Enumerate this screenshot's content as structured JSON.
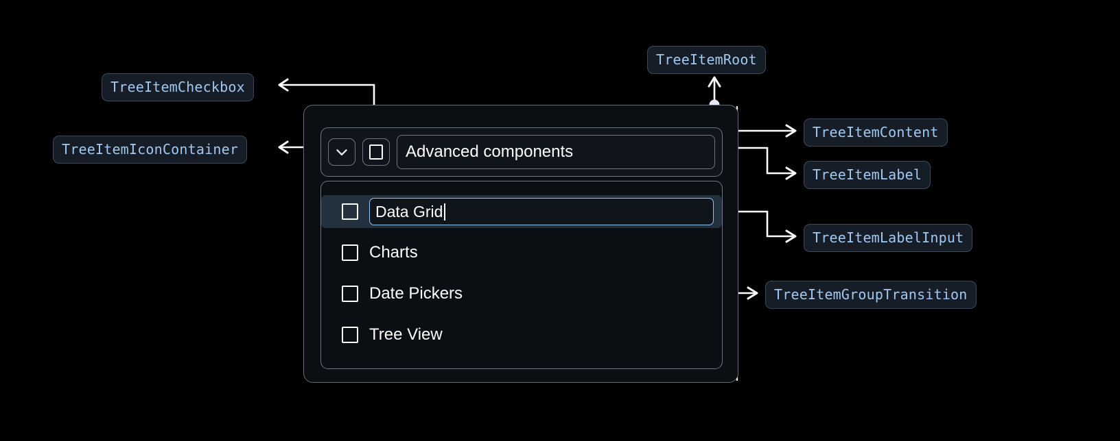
{
  "theme": {
    "background": "#000000",
    "badge_bg": "#161d26",
    "badge_border": "#3b4a5c",
    "badge_text": "#9fc9f3",
    "container_border": "#6e7884",
    "root_border": "#5f6b78",
    "connector": "#ffffff",
    "dot": "#e3ecf6",
    "focus_border": "#8fc4f0",
    "selected_row_bg": "#23303e",
    "text": "#ffffff"
  },
  "annotations": {
    "tree_item_checkbox": "TreeItemCheckbox",
    "tree_item_icon_container": "TreeItemIconContainer",
    "tree_item_root": "TreeItemRoot",
    "tree_item_content": "TreeItemContent",
    "tree_item_label": "TreeItemLabel",
    "tree_item_label_input": "TreeItemLabelInput",
    "tree_item_group_transition": "TreeItemGroupTransition"
  },
  "tree": {
    "root_label": "Advanced components",
    "expanded": true,
    "expand_icon": "chevron-down-icon",
    "children": [
      {
        "label": "Data Grid",
        "editing": true,
        "checked": false
      },
      {
        "label": "Charts",
        "editing": false,
        "checked": false
      },
      {
        "label": "Date Pickers",
        "editing": false,
        "checked": false
      },
      {
        "label": "Tree View",
        "editing": false,
        "checked": false
      }
    ]
  }
}
